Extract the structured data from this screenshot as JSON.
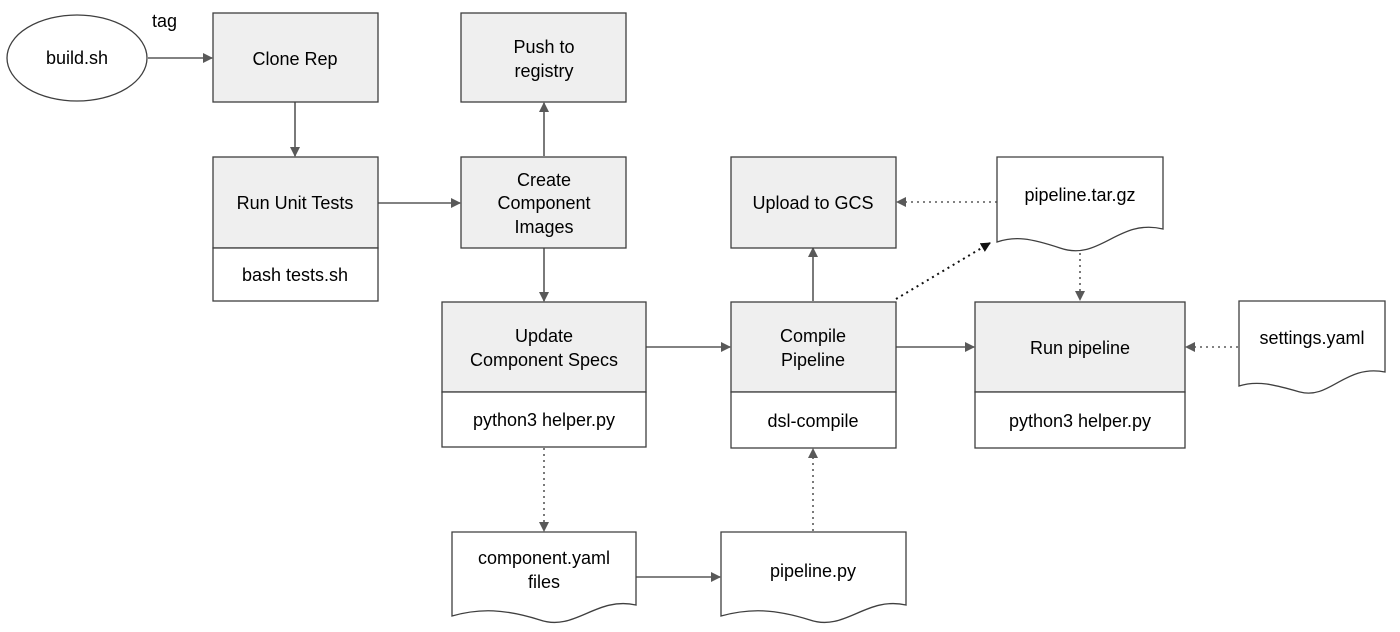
{
  "nodes": {
    "build_sh": {
      "label": "build.sh"
    },
    "clone_rep": {
      "label": "Clone Rep"
    },
    "run_unit_tests": {
      "label": "Run Unit Tests",
      "command": "bash tests.sh"
    },
    "push_to_registry": {
      "label_lines": [
        "Push to",
        "registry"
      ]
    },
    "create_component_images": {
      "label_lines": [
        "Create",
        "Component",
        "Images"
      ]
    },
    "update_component_specs": {
      "label_lines": [
        "Update",
        "Component Specs"
      ],
      "command": "python3 helper.py"
    },
    "compile_pipeline": {
      "label_lines": [
        "Compile",
        "Pipeline"
      ],
      "command": "dsl-compile"
    },
    "upload_to_gcs": {
      "label": "Upload to GCS"
    },
    "run_pipeline": {
      "label": "Run pipeline",
      "command": "python3 helper.py"
    },
    "pipeline_tar_gz": {
      "label": "pipeline.tar.gz"
    },
    "settings_yaml": {
      "label": "settings.yaml"
    },
    "component_yaml_files": {
      "label_lines": [
        "component.yaml",
        "files"
      ]
    },
    "pipeline_py": {
      "label": "pipeline.py"
    }
  },
  "edges": {
    "build_to_clone": {
      "label": "tag"
    }
  },
  "colors": {
    "process_fill": "#efefef",
    "border": "#3f3f3f",
    "arrow": "#595959"
  }
}
